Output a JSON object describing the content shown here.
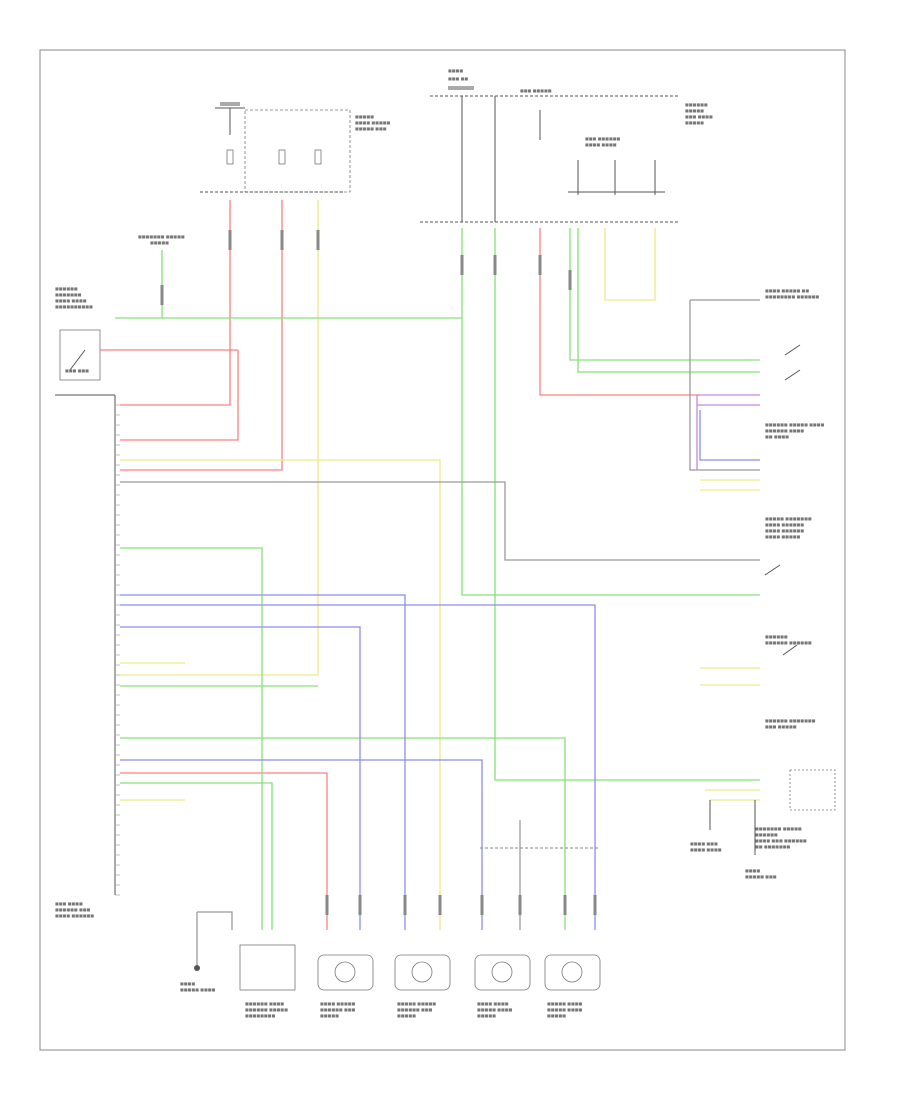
{
  "diagram": {
    "footer_code": "",
    "fuse_boxes": [
      {
        "id": "engine-fuse-box",
        "caption": "ENGINE ROOM FUSE BOX"
      },
      {
        "id": "central-junction",
        "caption": "CENTRAL JUNCTION BOX"
      }
    ],
    "components": [
      {
        "id": "ecm",
        "caption": "ECM"
      },
      {
        "id": "abs-module",
        "caption": "ABS CONTROL MODULE"
      },
      {
        "id": "steering-sensor",
        "caption": "STEERING ANGLE SENSOR"
      },
      {
        "id": "brake-switch",
        "caption": "BRAKE PEDAL SWITCH"
      },
      {
        "id": "yaw-sensor",
        "caption": "YAW RATE SENSOR"
      },
      {
        "id": "wss-lf",
        "caption": "LEFT FRONT WHEEL SPEED SENSOR"
      },
      {
        "id": "wss-rf",
        "caption": "RIGHT FRONT WHEEL SPEED SENSOR"
      },
      {
        "id": "wss-lr",
        "caption": "LEFT REAR WHEEL SPEED SENSOR"
      },
      {
        "id": "wss-rr",
        "caption": "RIGHT REAR WHEEL SPEED SENSOR"
      }
    ]
  },
  "colors": {
    "red": "#ff7f80",
    "green": "#86e07a",
    "blue": "#8c8cf2",
    "yellow": "#ecec86",
    "gray": "#9a9a9a",
    "purple": "#c08ae0"
  }
}
